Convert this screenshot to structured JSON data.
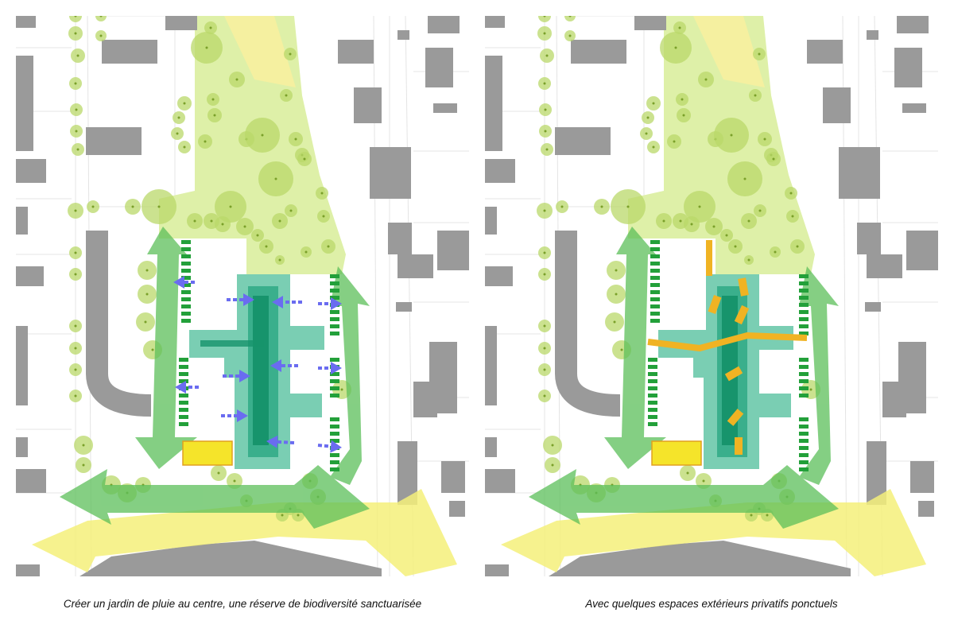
{
  "panels": [
    {
      "caption": "Créer un jardin de pluie au centre, une réserve de biodiversité sanctuarisée",
      "overlay": "water-flow-arrows"
    },
    {
      "caption": "Avec quelques espaces extérieurs privatifs ponctuels",
      "overlay": "private-paths"
    }
  ],
  "colors": {
    "park": "#def0a8",
    "path_yellow": "#f5f08a",
    "building": "#9a9a9a",
    "green_arrow": "#5cbf5a",
    "rain_garden": "#4dbd99",
    "rain_garden_core": "#1fa57a",
    "blue_arrow": "#6a6cf0",
    "orange_path": "#f0b323",
    "yellow_plot": "#f5e42a"
  }
}
